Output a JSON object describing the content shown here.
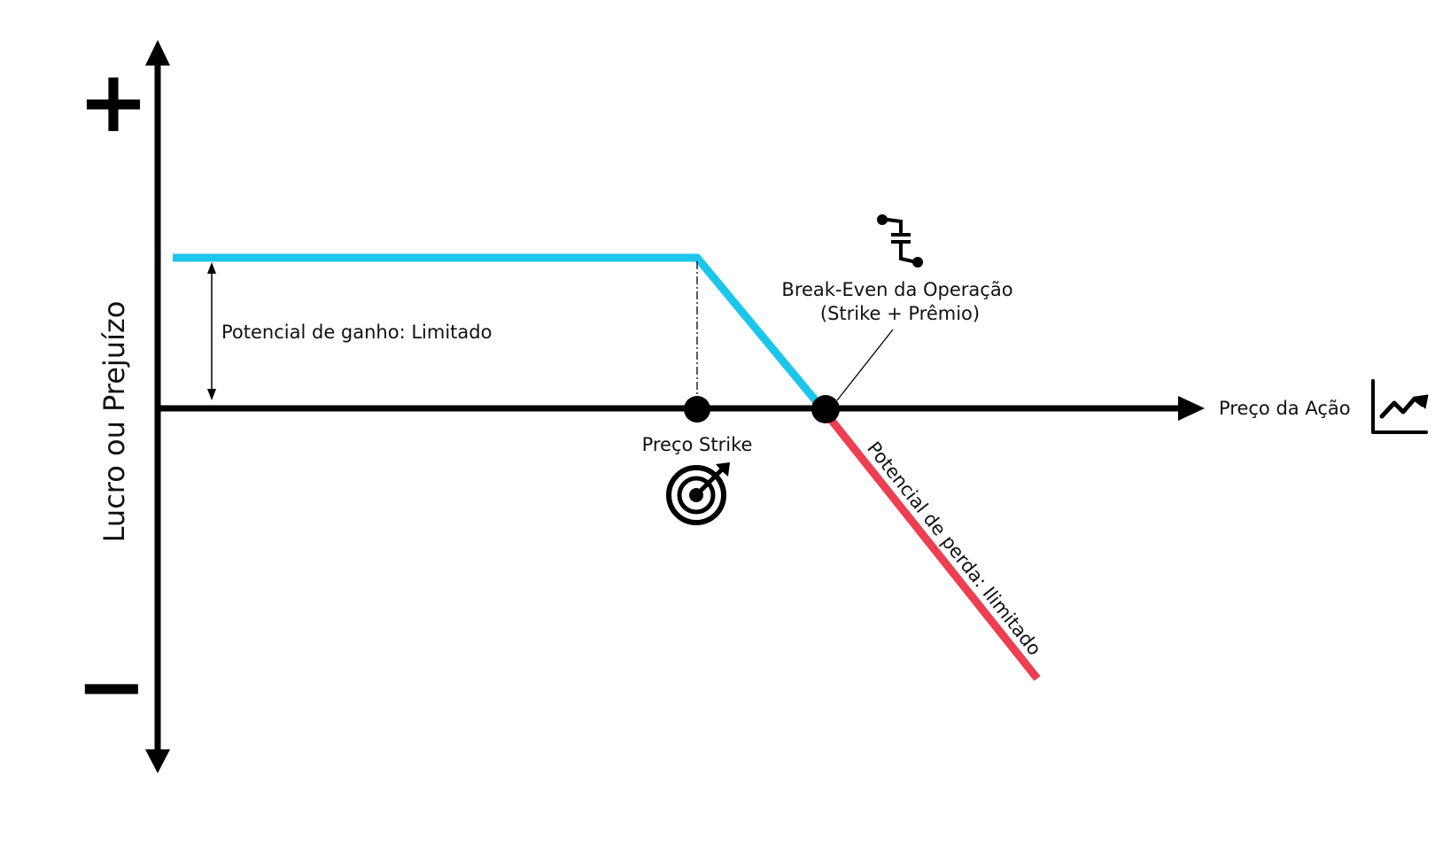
{
  "diagram": {
    "y_axis_label": "Lucro ou Prejuízo",
    "x_axis_label": "Preço da Ação",
    "plus_sign": "+",
    "minus_sign": "−",
    "gain_label": "Potencial de ganho: Limitado",
    "loss_label": "Potencial de perda: Ilimitado",
    "strike_label": "Preço Strike",
    "breakeven_line1": "Break-Even da Operação",
    "breakeven_line2": "(Strike + Prêmio)"
  },
  "colors": {
    "profit_line": "#1cc6ea",
    "loss_line": "#ee3e52",
    "axis": "#000000"
  },
  "icons": {
    "strike": "target-icon",
    "breakeven": "breakeven-icon",
    "stock_price": "chart-trend-icon"
  }
}
